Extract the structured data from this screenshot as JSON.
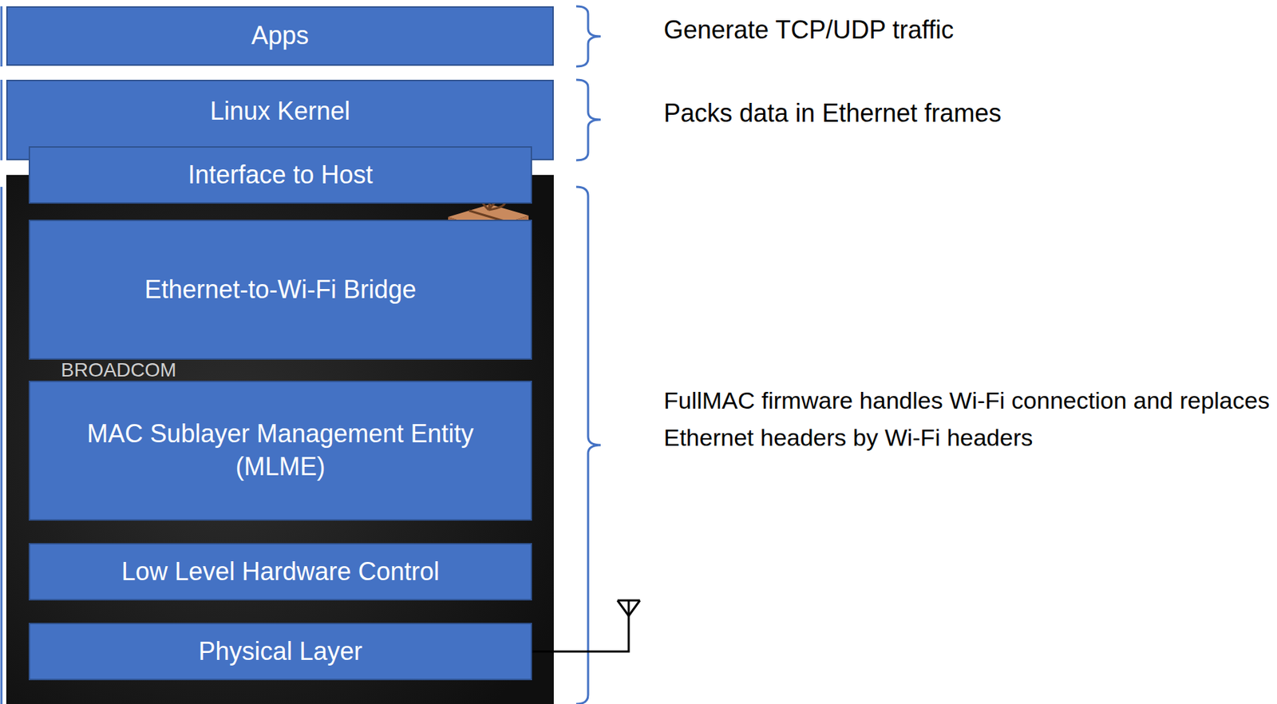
{
  "diagram": {
    "nodes": [
      {
        "text": [
          "Apps"
        ]
      },
      {
        "text": [
          "Linux Kernel"
        ]
      },
      {
        "text": [
          "Interface to Host"
        ]
      },
      {
        "text": [
          "Ethernet-to-Wi-Fi Bridge"
        ]
      },
      {
        "text": [
          "MAC Sublayer Management Entity (MLME)"
        ]
      },
      {
        "text": [
          "Low Level Hardware Control"
        ]
      },
      {
        "text": [
          "Physical Layer"
        ]
      }
    ],
    "labels": [
      "Generate TCP/UDP traffic",
      "Packs data in Ethernet frames",
      "FullMAC firmware handles Wi-Fi connection and replaces Ethernet headers by Wi-Fi headers",
      "BROADCOM"
    ]
  }
}
